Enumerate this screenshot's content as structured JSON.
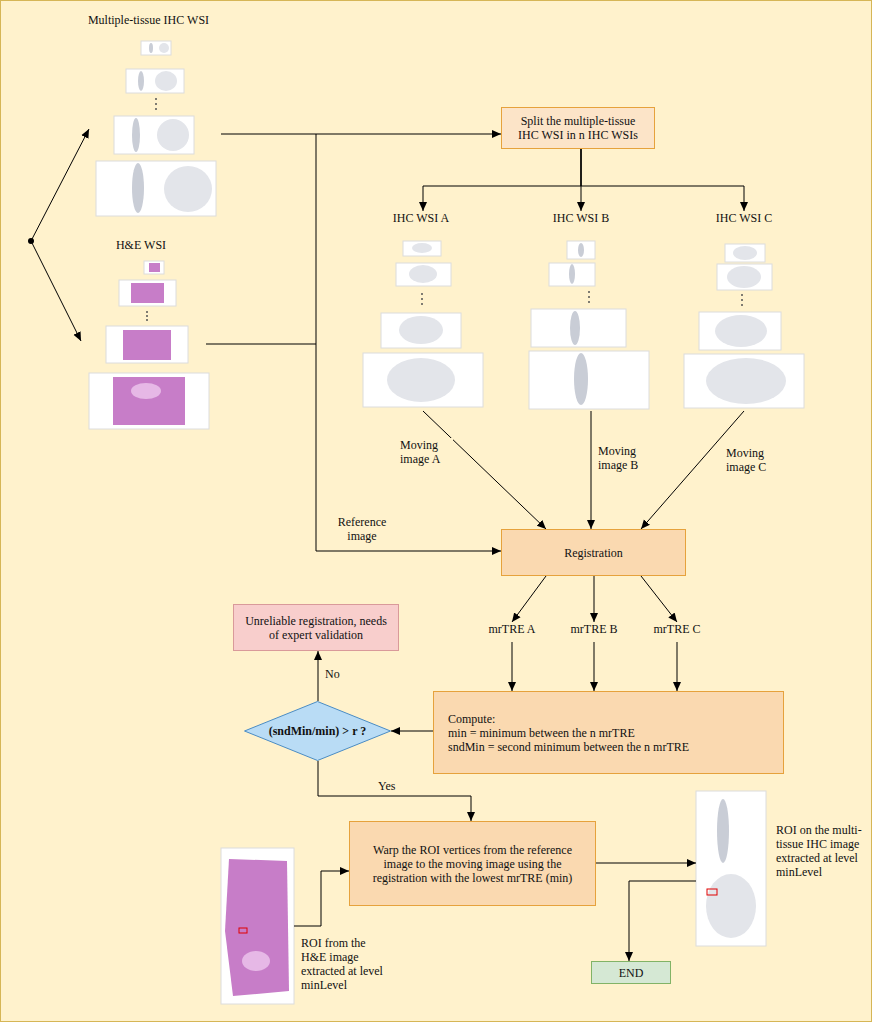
{
  "diagram": {
    "nodes": [
      {
        "text": [
          "Multiple-tissue IHC WSI"
        ]
      },
      {
        "text": [
          "H&E WSI"
        ]
      },
      {
        "text": [
          "Split the multiple-tissue IHC WSI in n IHC WSIs"
        ]
      },
      {
        "text": [
          "IHC WSI A"
        ]
      },
      {
        "text": [
          "IHC WSI B"
        ]
      },
      {
        "text": [
          "IHC WSI C"
        ]
      },
      {
        "text": [
          "Registration"
        ]
      },
      {
        "text": [
          "mrTRE A"
        ]
      },
      {
        "text": [
          "mrTRE B"
        ]
      },
      {
        "text": [
          "mrTRE C"
        ]
      },
      {
        "text": [
          "Compute:",
          "min = minimum between the n mrTRE",
          "sndMin = second minimum between the n mrTRE"
        ]
      },
      {
        "text": [
          "(sndMin/min) > r ?"
        ]
      },
      {
        "text": [
          "Unreliable registration, needs of expert validation"
        ]
      },
      {
        "text": [
          "Warp the ROI vertices from the reference image to the moving image using the registration with the lowest mrTRE (min)"
        ]
      },
      {
        "text": [
          "ROI from the H&E image extracted at level minLevel"
        ]
      },
      {
        "text": [
          "ROI on the multi-tissue IHC image extracted at level minLevel"
        ]
      },
      {
        "text": [
          "END"
        ]
      }
    ],
    "edges": [
      {
        "from": 0,
        "to": 2,
        "arrow": "to"
      },
      {
        "from": 1,
        "to": 6,
        "label": "Reference image",
        "arrow": "to"
      },
      {
        "from": 2,
        "to": 3,
        "arrow": "to"
      },
      {
        "from": 2,
        "to": 4,
        "arrow": "to"
      },
      {
        "from": 2,
        "to": 5,
        "arrow": "to"
      },
      {
        "from": 3,
        "to": 6,
        "label": "Moving image A",
        "arrow": "to"
      },
      {
        "from": 4,
        "to": 6,
        "label": "Moving image B",
        "arrow": "to"
      },
      {
        "from": 5,
        "to": 6,
        "label": "Moving image C",
        "arrow": "to"
      },
      {
        "from": 6,
        "to": 7,
        "arrow": "to"
      },
      {
        "from": 6,
        "to": 8,
        "arrow": "to"
      },
      {
        "from": 6,
        "to": 9,
        "arrow": "to"
      },
      {
        "from": 7,
        "to": 10,
        "arrow": "to"
      },
      {
        "from": 8,
        "to": 10,
        "arrow": "to"
      },
      {
        "from": 9,
        "to": 10,
        "arrow": "to"
      },
      {
        "from": 10,
        "to": 11,
        "arrow": "to"
      },
      {
        "from": 11,
        "to": 12,
        "label": "No",
        "arrow": "to"
      },
      {
        "from": 11,
        "to": 13,
        "label": "Yes",
        "arrow": "to"
      },
      {
        "from": 14,
        "to": 13,
        "arrow": "to"
      },
      {
        "from": 13,
        "to": 15,
        "arrow": "to"
      },
      {
        "from": 15,
        "to": 16,
        "arrow": "to"
      }
    ]
  }
}
